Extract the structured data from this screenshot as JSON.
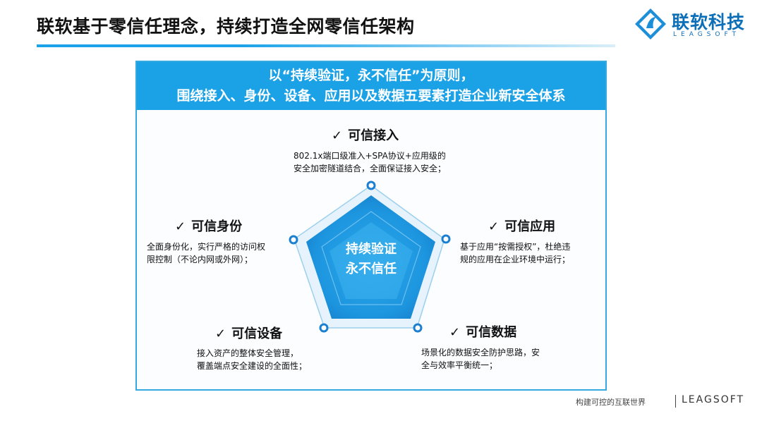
{
  "title": "联软基于零信任理念，持续打造全网零信任架构",
  "logo": {
    "name": "联软科技",
    "sub": "LEAGSOFT",
    "icon": "leagsoft-logo-icon"
  },
  "banner": {
    "line1": "以“持续验证，永不信任”为原则，",
    "line2": "围绕接入、身份、设备、应用以及数据五要素打造企业新安全体系"
  },
  "center": {
    "line1": "持续验证",
    "line2": "永不信任"
  },
  "sections": {
    "access": {
      "title": "可信接入",
      "desc1": "802.1x端口级准入+SPA协议+应用级的",
      "desc2": "安全加密隧道结合，全面保证接入安全；"
    },
    "identity": {
      "title": "可信身份",
      "desc1": "全面身份化，实行严格的访问权",
      "desc2": "限控制（不论内网或外网）；"
    },
    "application": {
      "title": "可信应用",
      "desc1": "基于应用“按需授权”，杜绝违",
      "desc2": "规的应用在企业环境中运行；"
    },
    "device": {
      "title": "可信设备",
      "desc1": "接入资产的整体安全管理，",
      "desc2": "覆盖端点安全建设的全面性；"
    },
    "data": {
      "title": "可信数据",
      "desc1": "场景化的数据安全防护思路，安",
      "desc2": "全与效率平衡统一；"
    }
  },
  "check_mark": "✓",
  "footer": {
    "slogan": "构建可控的互联世界",
    "brand": "LEAGSOFT"
  },
  "colors": {
    "accent": "#1aa1e6",
    "accent_dark": "#0d6fb8",
    "pentagon_outer": "#e3f1fb",
    "pentagon_mid": "#1f8fd6",
    "pentagon_inner": "#3db0ec"
  }
}
